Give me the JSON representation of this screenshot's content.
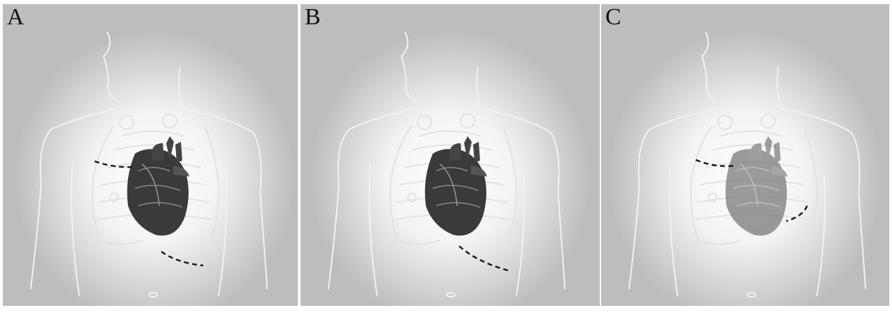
{
  "figure": {
    "panels": [
      {
        "id": "A",
        "label": "A"
      },
      {
        "id": "B",
        "label": "B"
      },
      {
        "id": "C",
        "label": "C"
      }
    ]
  },
  "colors": {
    "background": "#bdbdbd",
    "glow": "#ffffff",
    "outline": "#f2f2f2",
    "heart_dark": "#3a3a3a",
    "heart_light": "#7a7a7a",
    "dashed_line": "#1a1a1a"
  }
}
